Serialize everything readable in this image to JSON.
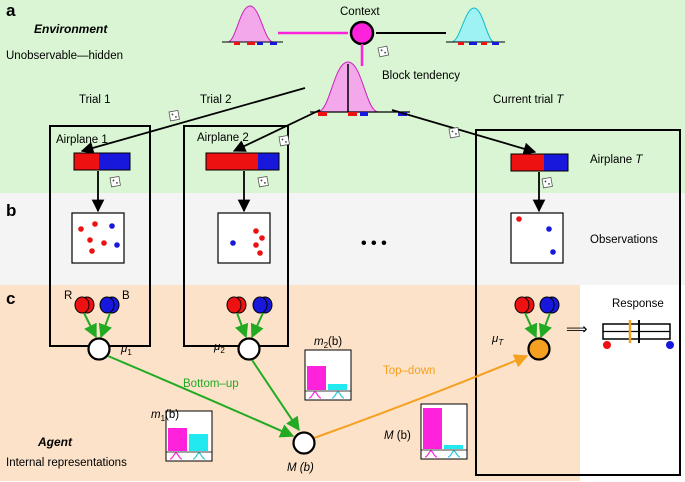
{
  "panels": {
    "a": "a",
    "b": "b",
    "c": "c"
  },
  "environment": {
    "title": "Environment",
    "subtitle": "Unobservable—hidden"
  },
  "context_label": "Context",
  "block_tendency_label": "Block tendency",
  "trials": {
    "trial1": "Trial 1",
    "trial2": "Trial 2",
    "current": "Current trial"
  },
  "trial_symbol": "T",
  "airplanes": {
    "a1": "Airplane 1",
    "a2": "Airplane 2",
    "aT": "Airplane"
  },
  "observations_label": "Observations",
  "ellipsis": "• • •",
  "rb_labels": {
    "r": "R",
    "b": "B"
  },
  "mu_labels": {
    "mu1": "μ",
    "mu1_sub": "1",
    "mu2": "μ",
    "mu2_sub": "2",
    "muT": "μ",
    "muT_sub": "T"
  },
  "response_label": "Response",
  "arrows": {
    "bottom_up": "Bottom–up",
    "top_down": "Top–down"
  },
  "histograms": {
    "m1": {
      "name": "m",
      "sub": "1",
      "arg": "(b)"
    },
    "m2": {
      "name": "m",
      "sub": "2",
      "arg": "(b)"
    },
    "M": {
      "name": "M",
      "arg": "(b)"
    }
  },
  "M_node_label": "M (b)",
  "agent": {
    "title": "Agent",
    "subtitle": "Internal representations"
  },
  "colors": {
    "environment_bg": "#d9f5d3",
    "observation_bg": "#f4f4f4",
    "agent_bg": "#fbe2c8",
    "red": "#ee1111",
    "blue": "#1818dd",
    "magenta": "#ff22dd",
    "cyan": "#22e8f0",
    "green_arrow": "#22aa22",
    "orange": "#f5a020"
  }
}
